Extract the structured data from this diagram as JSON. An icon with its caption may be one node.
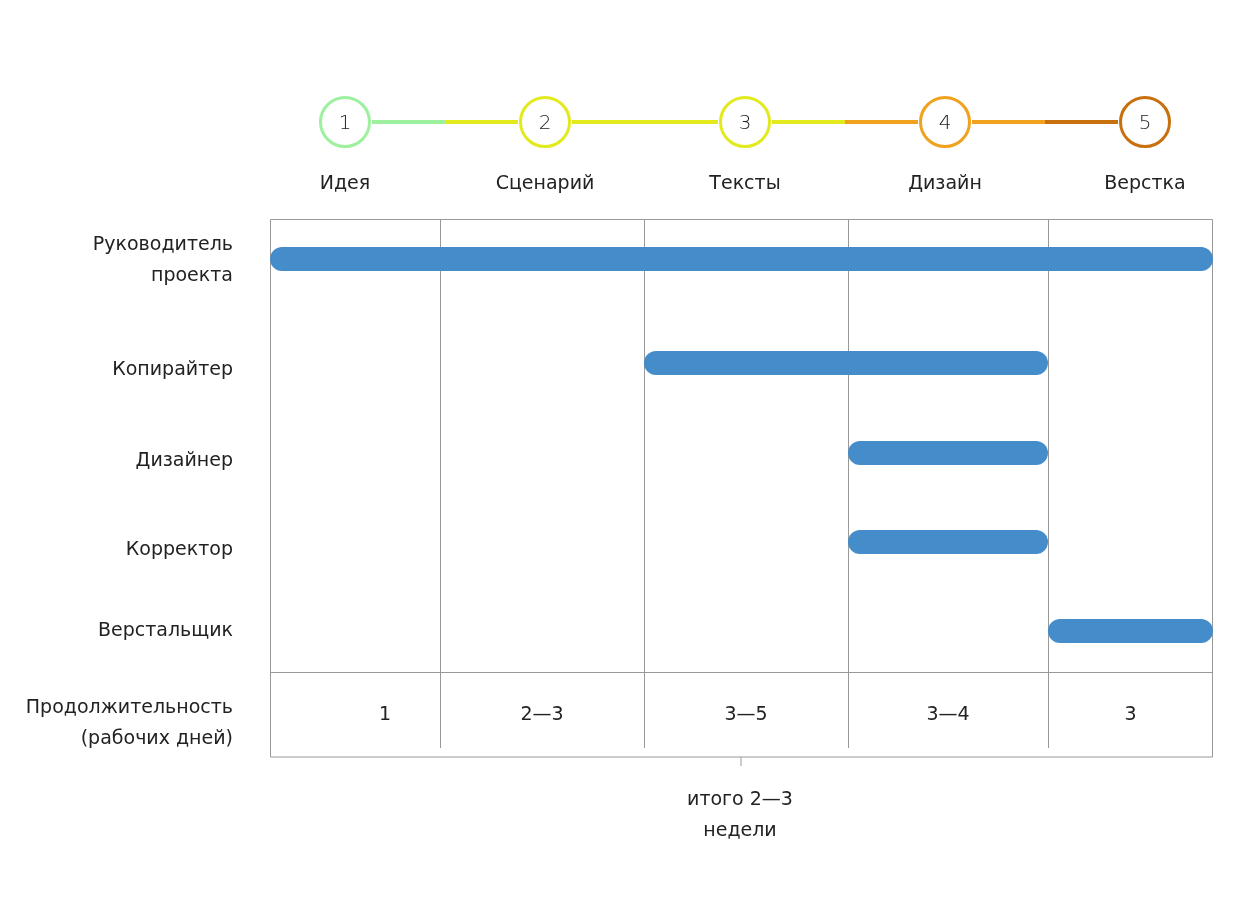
{
  "diagram": {
    "nodes": [
      {
        "text": [
          "1"
        ],
        "beside": [
          "Идея"
        ]
      },
      {
        "text": [
          "2"
        ],
        "beside": [
          "Сценарий"
        ]
      },
      {
        "text": [
          "3"
        ],
        "beside": [
          "Тексты"
        ]
      },
      {
        "text": [
          "4"
        ],
        "beside": [
          "Дизайн"
        ]
      },
      {
        "text": [
          "5"
        ],
        "beside": [
          "Верстка"
        ]
      }
    ],
    "edges": [
      {
        "from": 0,
        "to": 1,
        "arrow": "none"
      },
      {
        "from": 1,
        "to": 2,
        "arrow": "none"
      },
      {
        "from": 2,
        "to": 3,
        "arrow": "none"
      },
      {
        "from": 3,
        "to": 4,
        "arrow": "none"
      }
    ],
    "labels": [
      "Руководитель проекта",
      "Копирайтер",
      "Дизайнер",
      "Корректор",
      "Верстальщик",
      "Продолжительность (рабочих дней)",
      "1",
      "2—3",
      "3—5",
      "3—4",
      "3",
      "итого 2—3 недели"
    ]
  }
}
